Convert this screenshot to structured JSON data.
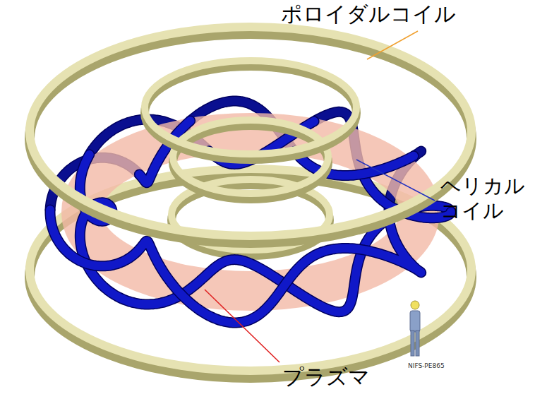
{
  "diagram": {
    "labels": [
      "ポロイダルコイル",
      "ヘリカル コイル",
      "プラズマ",
      "NIFS-PE865"
    ]
  }
}
